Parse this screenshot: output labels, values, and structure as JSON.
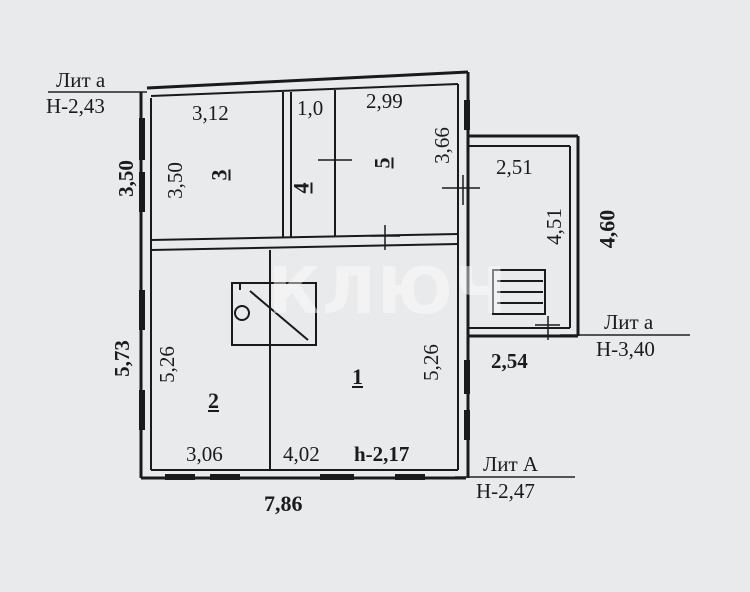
{
  "labels": {
    "lit_a_top": "Лит а",
    "h_top": "Н-2,43",
    "lit_a_right": "Лит а",
    "h_right": "Н-3,40",
    "lit_A_bottom": "Лит А",
    "h_bottom": "Н-2,47",
    "h_inner": "h-2,17",
    "watermark": "КЛЮЧ"
  },
  "rooms": [
    {
      "number": "1"
    },
    {
      "number": "2"
    },
    {
      "number": "3"
    },
    {
      "number": "4"
    },
    {
      "number": "5"
    }
  ],
  "dimensions": {
    "room3_width": "3,12",
    "room3_height": "3,50",
    "outer_left_top": "3,50",
    "room4_width": "1,0",
    "room5_width": "2,99",
    "room5_height": "3,66",
    "annex_width": "2,51",
    "annex_height": "4,51",
    "annex_outer_height": "4,60",
    "annex_outer_width": "2,54",
    "outer_left_bottom": "5,73",
    "room2_height": "5,26",
    "room1_height": "5,26",
    "room2_width": "3,06",
    "room1_width": "4,02",
    "total_width": "7,86"
  }
}
